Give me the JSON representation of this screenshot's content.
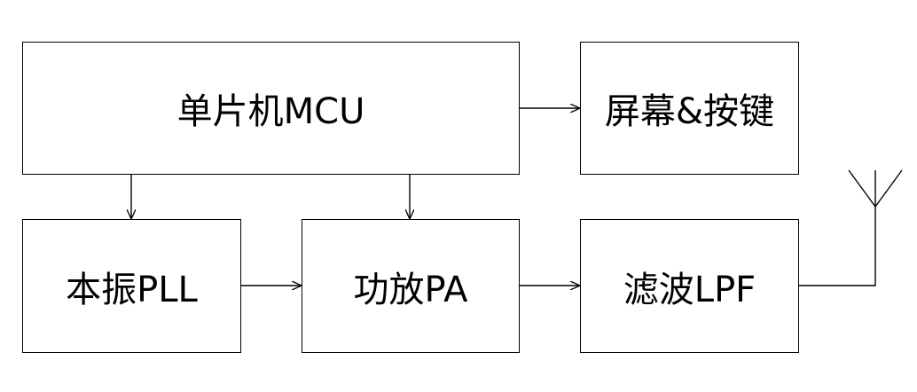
{
  "blocks": {
    "mcu": "单片机MCU",
    "display": "屏幕&按键",
    "pll": "本振PLL",
    "pa": "功放PA",
    "lpf": "滤波LPF"
  },
  "colors": {
    "line": "#000000",
    "background": "#ffffff"
  },
  "icons": {
    "antenna": "antenna-icon"
  }
}
